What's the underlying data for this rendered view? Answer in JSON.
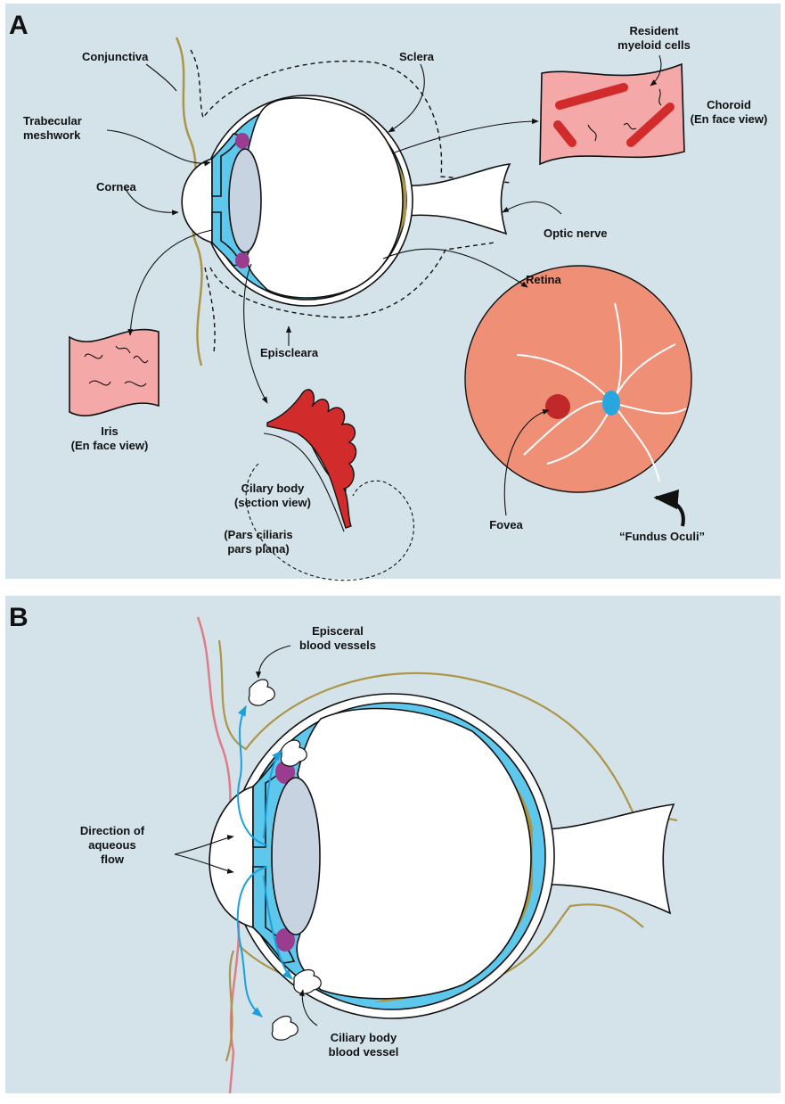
{
  "figure": {
    "background_color": "#d4e3e9",
    "colors": {
      "aqueous_blue": "#5ec8ec",
      "choroid_brown": "#ad9548",
      "iris_purple": "#9b3d8f",
      "lens_gray": "#c7d3e1",
      "tissue_pink": "#f4a8a8",
      "retina_orange": "#ef9076",
      "vessel_red": "#d22b2b",
      "flow_arrow_blue": "#1aa0dc",
      "skin_pink": "#e07c88"
    }
  },
  "panel_a": {
    "letter": "A",
    "labels": {
      "conjunctiva": "Conjunctiva",
      "sclera": "Sclera",
      "resident_line1": "Resident",
      "resident_line2": "myeloid cells",
      "choroid_line1": "Choroid",
      "choroid_line2": "(En face view)",
      "trabecular_line1": "Trabecular",
      "trabecular_line2": "meshwork",
      "cornea": "Cornea",
      "optic_nerve": "Optic nerve",
      "retina": "Retina",
      "episcleara": "Episcleara",
      "iris_line1": "Iris",
      "iris_line2": "(En face view)",
      "ciliary_line1": "Cilary body",
      "ciliary_line2": "(section view)",
      "pars_line1": "(Pars ciliaris",
      "pars_line2": "pars plana)",
      "fovea": "Fovea",
      "fundus": "“Fundus Oculi”"
    }
  },
  "panel_b": {
    "letter": "B",
    "labels": {
      "episceral_line1": "Episceral",
      "episceral_line2": "blood vessels",
      "direction_line1": "Direction of",
      "direction_line2": "aqueous",
      "direction_line3": "flow",
      "ciliary_vessel_line1": "Ciliary body",
      "ciliary_vessel_line2": "blood vessel"
    }
  }
}
